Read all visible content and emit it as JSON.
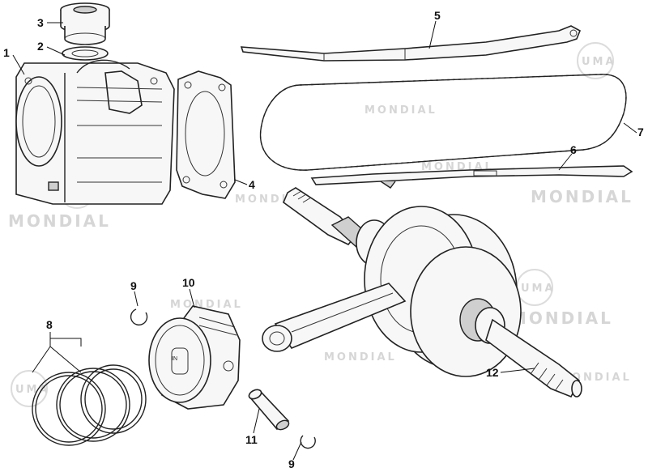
{
  "watermarks": {
    "brand": "MONDIAL",
    "logo_text": "UMA",
    "color": "#d6d6d6"
  },
  "callouts": {
    "c1": "1",
    "c2": "2",
    "c3": "3",
    "c4": "4",
    "c5": "5",
    "c6": "6",
    "c7": "7",
    "c8": "8",
    "c9a": "9",
    "c9b": "9",
    "c10": "10",
    "c11": "11",
    "c12": "12"
  },
  "piston_marking": "IN",
  "colors": {
    "line": "#222222",
    "fill": "#f7f7f7",
    "background": "#ffffff"
  }
}
